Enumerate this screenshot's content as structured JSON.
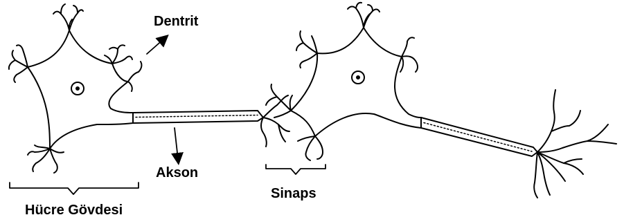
{
  "labels": {
    "dendrite": "Dentrit",
    "axon": "Akson",
    "synapse": "Sinaps",
    "cell_body": "Hücre Gövdesi"
  },
  "colors": {
    "line": "#000000",
    "background": "#ffffff"
  }
}
